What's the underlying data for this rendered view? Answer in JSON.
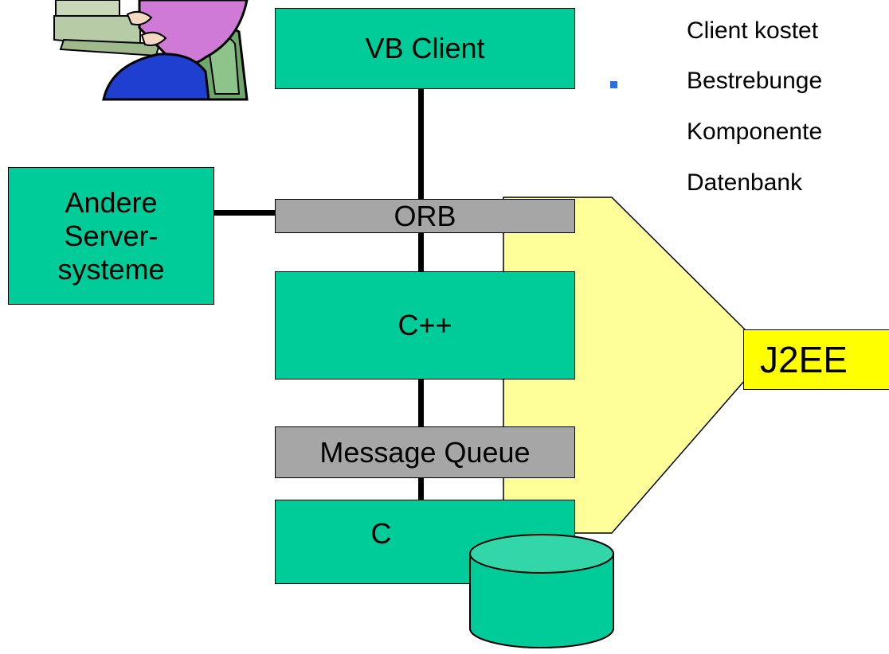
{
  "boxes": {
    "vb_client": "VB Client",
    "orb": "ORB",
    "cpp": "C++",
    "message_queue": "Message Queue",
    "c": "C",
    "other_servers_lines": [
      "Andere",
      "Server-",
      "systeme"
    ],
    "j2ee": "J2EE"
  },
  "bullets": {
    "line_top_partial": "Client kostet",
    "bullet2_lines": [
      "Bestrebunge",
      "Komponente",
      "Datenbank"
    ]
  },
  "colors": {
    "component_green": "#00cc99",
    "middleware_gray": "#a6a6a6",
    "j2ee_region_yellow": "#ffff99",
    "j2ee_label_yellow": "#ffff00",
    "bullet_blue": "#2a6fe0"
  },
  "icons": {
    "user_clipart": "person-at-computer-icon",
    "database": "database-cylinder-icon"
  }
}
